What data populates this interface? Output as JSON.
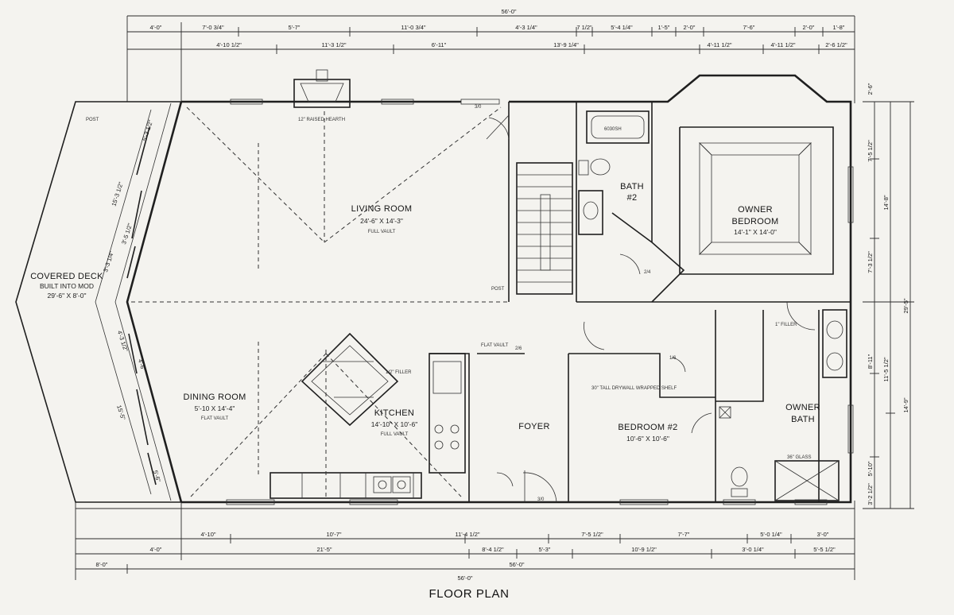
{
  "caption": "FLOOR PLAN",
  "rooms": {
    "living": {
      "name": "LIVING ROOM",
      "size": "24'-6\" X 14'-3\"",
      "note": "FULL VAULT"
    },
    "dining": {
      "name": "DINING ROOM",
      "size": "5'-10 X 14'-4\"",
      "note": "FLAT VAULT"
    },
    "kitchen": {
      "name": "KITCHEN",
      "size": "14'-10\" X 10'-6\"",
      "note": "FULL VAULT"
    },
    "foyer": {
      "name": "FOYER"
    },
    "bedroom2": {
      "name": "BEDROOM #2",
      "size": "10'-6\" X 10'-6\""
    },
    "owner_bedroom": {
      "name1": "OWNER",
      "name2": "BEDROOM",
      "size": "14'-1\" X 14'-0\""
    },
    "bath2": {
      "name1": "BATH",
      "name2": "#2"
    },
    "owner_bath": {
      "name1": "OWNER",
      "name2": "BATH"
    },
    "deck": {
      "name": "COVERED DECK",
      "line2": "BUILT INTO MOD",
      "size": "29'-6\" X 8'-0\""
    }
  },
  "notes": {
    "filler_kitchen": "1/2\" FILLER",
    "filler_closet": "1\" FILLER",
    "shelf": "30\" TALL DRYWALL WRAPPED SHELF",
    "shower": "36\" GLASS",
    "tub": "6030SH",
    "door_3_0": "3/0",
    "door_2_6": "2/6",
    "flat_vault": "FLAT VAULT",
    "door_2_4": "2/4",
    "door_1_6": "1/6",
    "post": "POST",
    "hearth": "12\" RAISED HEARTH"
  },
  "dims_top_row1": [
    "4'-0\"",
    "7'-0 3/4\"",
    "5'-7\"",
    "11'-0 3/4\"",
    "4'-3 1/4\"",
    "7 1/2\"",
    "5'-4 1/4\"",
    "1'-5\"",
    "2'-0\"",
    "7'-6\"",
    "2'-0\"",
    "1'-8\""
  ],
  "dims_top_row2": [
    "4'-10 1/2\"",
    "11'-3 1/2\"",
    "6'-11\"",
    "13'-9 1/4\"",
    "4'-11 1/2\"",
    "4'-11 1/2\"",
    "2'-6 1/2\""
  ],
  "dims_top_total": "56'-0\"",
  "dims_bottom_row1": [
    "4'-10\"",
    "10'-7\"",
    "11'-4 1/2\"",
    "7'-5 1/2\"",
    "7'-7\"",
    "5'-0 1/4\"",
    "3'-0\""
  ],
  "dims_bottom_row2": [
    "4'-0\"",
    "21'-5\"",
    "8'-4 1/2\"",
    "5'-3\"",
    "10'-9 1/2\"",
    "3'-0 1/4\"",
    "5'-5 1/2\""
  ],
  "dims_bottom_row3": [
    "8'-0\"",
    "56'-0\""
  ],
  "dims_bottom_total": "56'-0\"",
  "dims_right": [
    "2'-6\"",
    "7'-5 1/2\"",
    "14'-8\"",
    "7'-3 1/2\"",
    "29'-5\"",
    "8'-11\"",
    "11'-5 1/2\"",
    "14'-9\"",
    "5'-10\"",
    "3'-2 1/2\""
  ],
  "dims_left_deck": [
    "15'-3 1/2\"",
    "3'-3 1/4\"",
    "3'-5 1/2\"",
    "5'-3 1/2\"",
    "4'-3 1/2\"",
    "4'-6\"",
    "15'-5\"",
    "5'-6\""
  ]
}
